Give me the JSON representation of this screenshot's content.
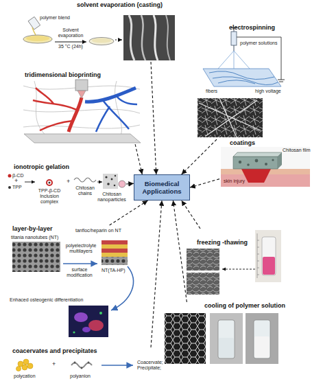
{
  "diagram": {
    "nodes": [
      {
        "text": [
          "solvent evaporation (casting)"
        ]
      },
      {
        "text": [
          "electrospinning"
        ]
      },
      {
        "text": [
          "tridimensional bioprinting"
        ]
      },
      {
        "text": [
          "coatings"
        ]
      },
      {
        "text": [
          "ionotropic gelation"
        ]
      },
      {
        "text": [
          "Biomedical Applications"
        ]
      },
      {
        "text": [
          "layer-by-layer"
        ]
      },
      {
        "text": [
          "freezing -thawing"
        ]
      },
      {
        "text": [
          "cooling of polymer solution"
        ]
      },
      {
        "text": [
          "coacervates and precipitates"
        ]
      }
    ],
    "edges": [
      {
        "from": 0,
        "to": 5,
        "arrow": "to"
      },
      {
        "from": 1,
        "to": 5,
        "arrow": "to"
      },
      {
        "from": 2,
        "to": 5,
        "arrow": "to"
      },
      {
        "from": 3,
        "to": 5,
        "arrow": "to"
      },
      {
        "from": 4,
        "to": 5,
        "arrow": "to"
      },
      {
        "from": 6,
        "to": 5,
        "arrow": "to"
      },
      {
        "from": 7,
        "to": 5,
        "arrow": "to"
      },
      {
        "from": 8,
        "to": 5,
        "arrow": "to"
      },
      {
        "from": 9,
        "to": 5,
        "arrow": "to"
      }
    ],
    "labels": [
      "polymer blend",
      "Solvent evaporation",
      "35 °C (24h)",
      "polymer solutions",
      "fibers",
      "high voltage",
      "Chitosan film",
      "skin injury",
      "β-CD",
      "+",
      "TPP",
      "TPP-β-CD Inclusion complex",
      "+",
      "Chitosan chains",
      "Chitosan nanoparticles",
      "titania nanotubes (NT)",
      "tanfloc/heparin on NT",
      "polyelectrolyte multilayers",
      "surface modification",
      "NT(TA-HP)",
      "Enhaced osteogenic differentiation",
      "polycation",
      "+",
      "polyanion",
      "Coacervate; Precipitate;"
    ]
  }
}
